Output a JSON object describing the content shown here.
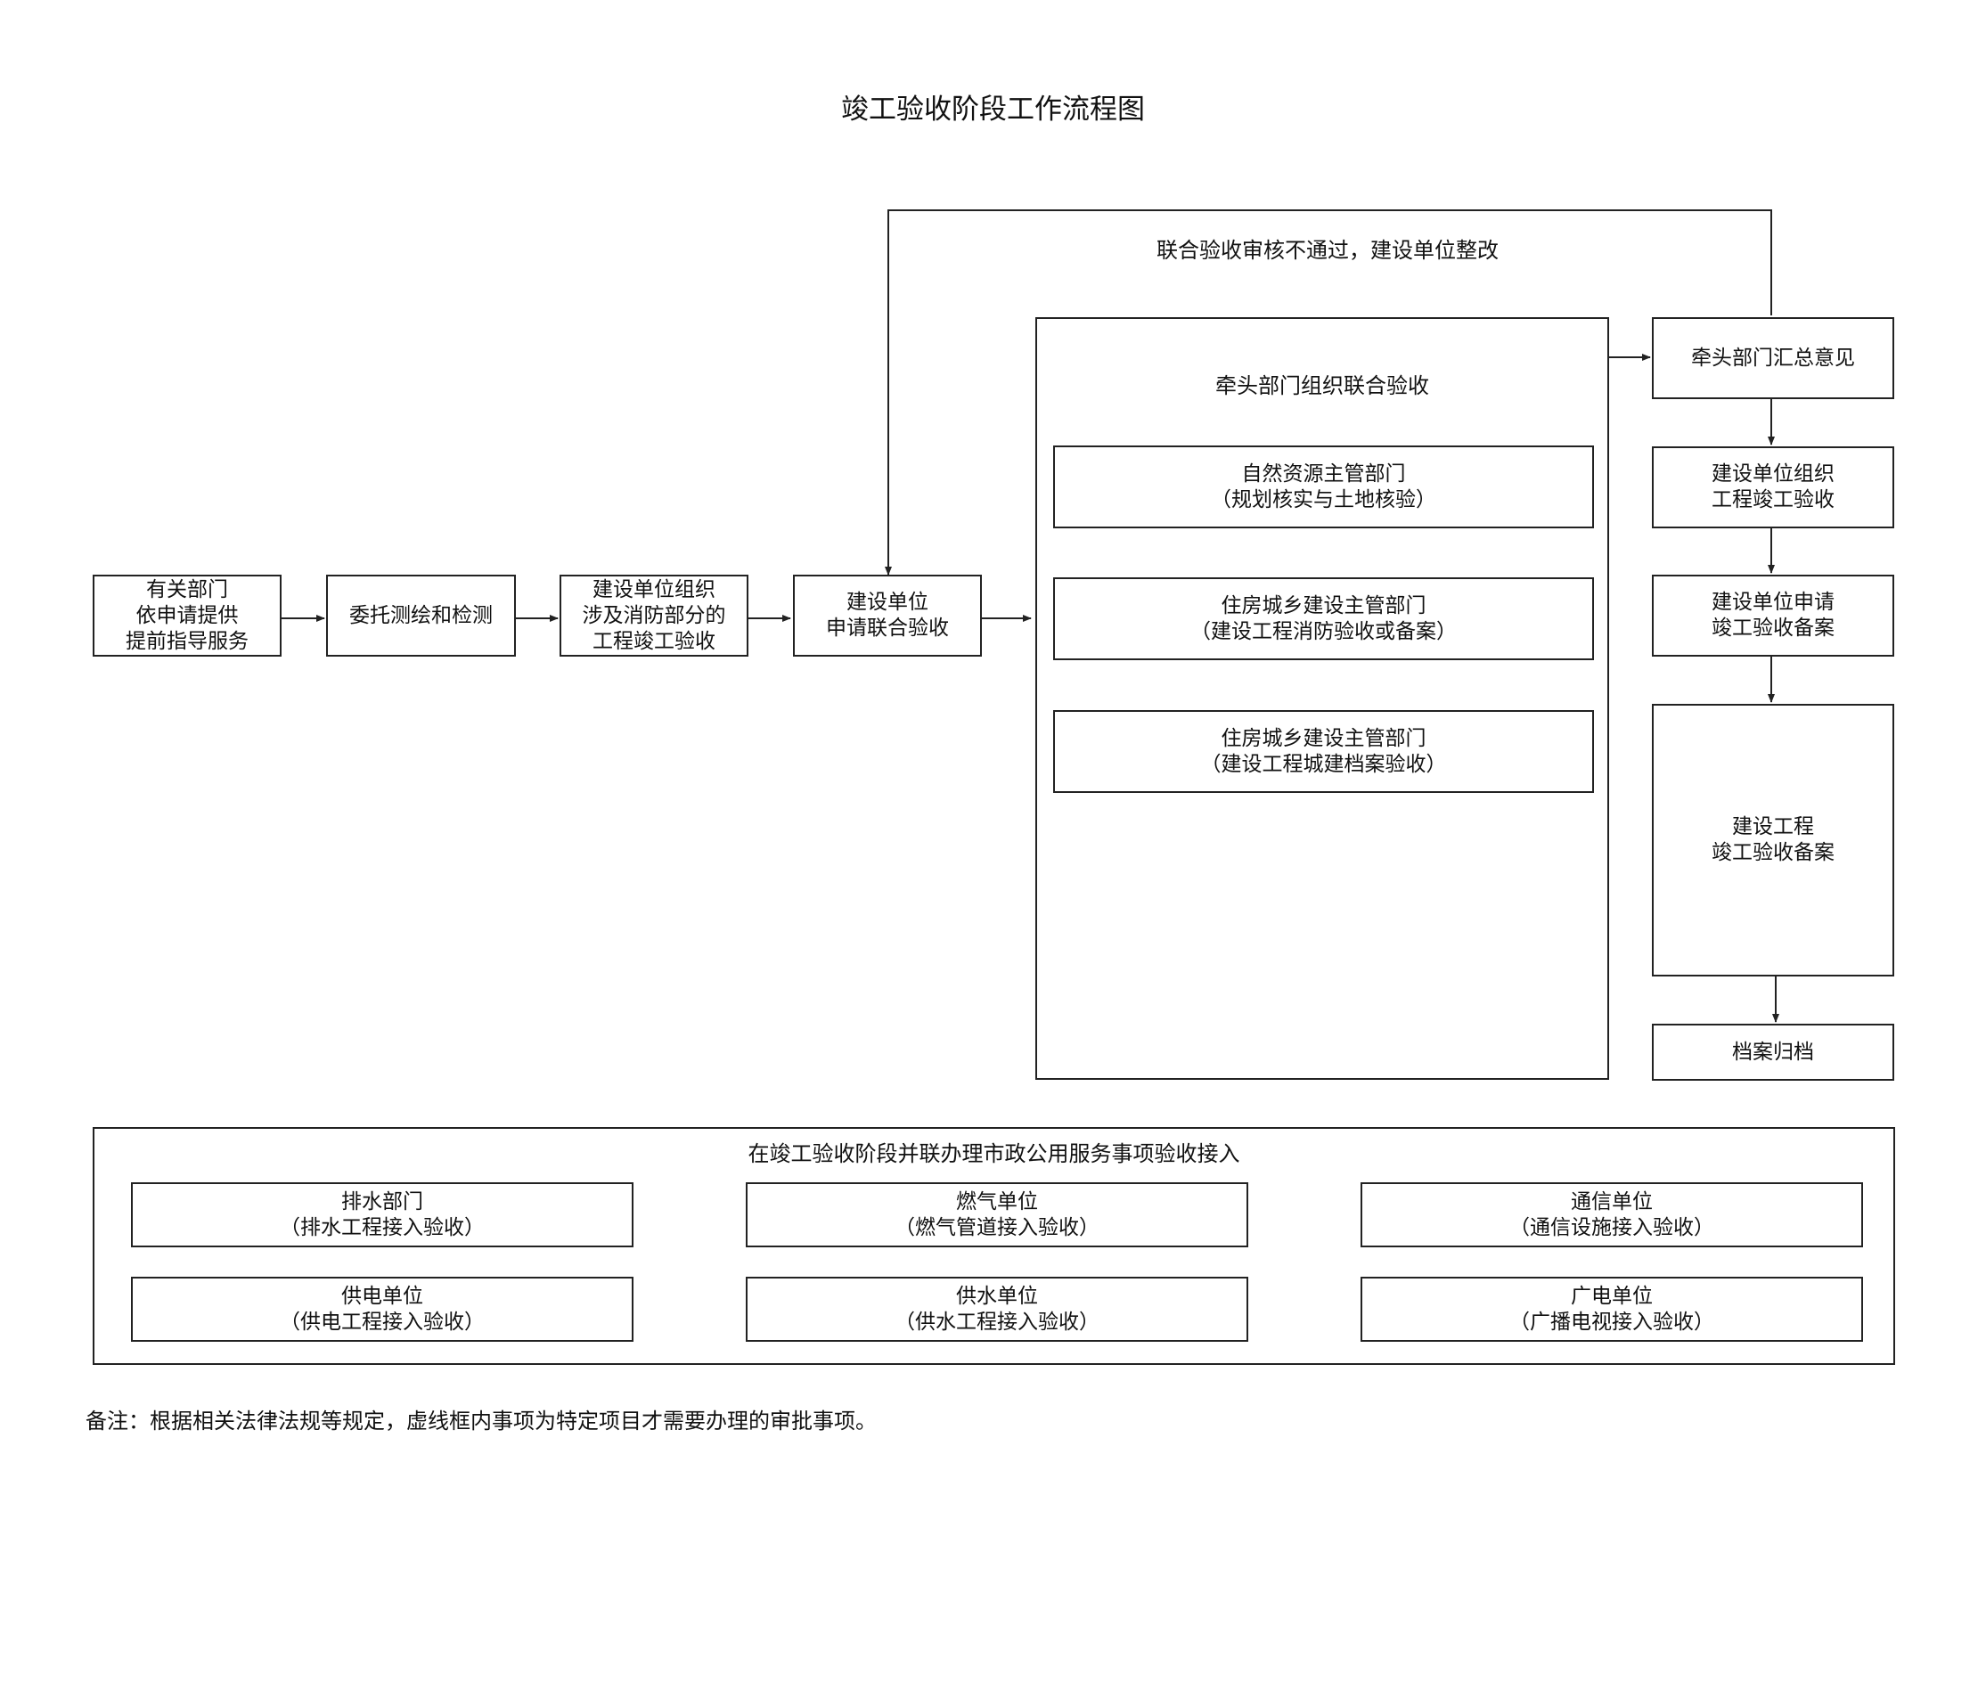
{
  "title": "竣工验收阶段工作流程图",
  "main_flow": {
    "advisory_service": [
      "有关部门",
      "依申请提供",
      "提前指导服务"
    ],
    "survey_testing": [
      "委托测绘和检测"
    ],
    "fire_acceptance": [
      "建设单位组织",
      "涉及消防部分的",
      "工程竣工验收"
    ],
    "apply_joint": [
      "建设单位",
      "申请联合验收"
    ]
  },
  "feedback_loop": {
    "label": "联合验收审核不通过，建设单位整改"
  },
  "joint_acceptance": {
    "title": "牵头部门组织联合验收",
    "items": [
      [
        "自然资源主管部门",
        "（规划核实与土地核验）"
      ],
      [
        "住房城乡建设主管部门",
        "（建设工程消防验收或备案）"
      ],
      [
        "住房城乡建设主管部门",
        "（建设工程城建档案验收）"
      ]
    ]
  },
  "right_column": {
    "summary": [
      "牵头部门汇总意见"
    ],
    "organize": [
      "建设单位组织",
      "工程竣工验收"
    ],
    "apply_filing": [
      "建设单位申请",
      "竣工验收备案"
    ],
    "filing": [
      "建设工程",
      "竣工验收备案"
    ],
    "archive": [
      "档案归档"
    ]
  },
  "municipal": {
    "title": "在竣工验收阶段并联办理市政公用服务事项验收接入",
    "items": [
      [
        "排水部门",
        "（排水工程接入验收）"
      ],
      [
        "燃气单位",
        "（燃气管道接入验收）"
      ],
      [
        "通信单位",
        "（通信设施接入验收）"
      ],
      [
        "供电单位",
        "（供电工程接入验收）"
      ],
      [
        "供水单位",
        "（供水工程接入验收）"
      ],
      [
        "广电单位",
        "（广播电视接入验收）"
      ]
    ]
  },
  "note": "备注：根据相关法律法规等规定，虚线框内事项为特定项目才需要办理的审批事项。"
}
